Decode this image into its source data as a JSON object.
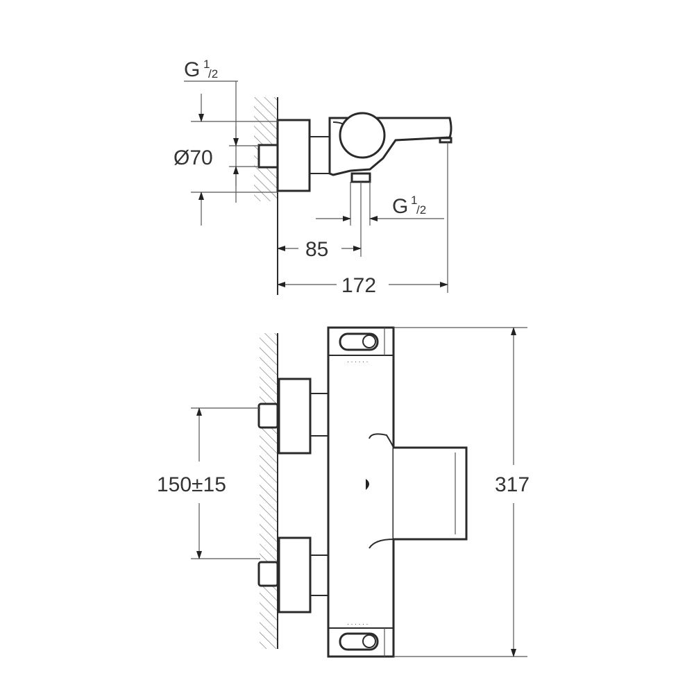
{
  "side_view": {
    "inlet_thread_label": {
      "main": "G",
      "sup": "1",
      "sub": "/2"
    },
    "diameter_label": "Ø70",
    "outlet_thread_label": {
      "main": "G",
      "sup": "1",
      "sub": "/2"
    },
    "outlet_offset_label": "85",
    "projection_label": "172"
  },
  "front_view": {
    "inlet_spacing_label": "150±15",
    "height_label": "317"
  },
  "colors": {
    "line": "#2a2a2a",
    "text": "#333333",
    "background": "#ffffff"
  }
}
